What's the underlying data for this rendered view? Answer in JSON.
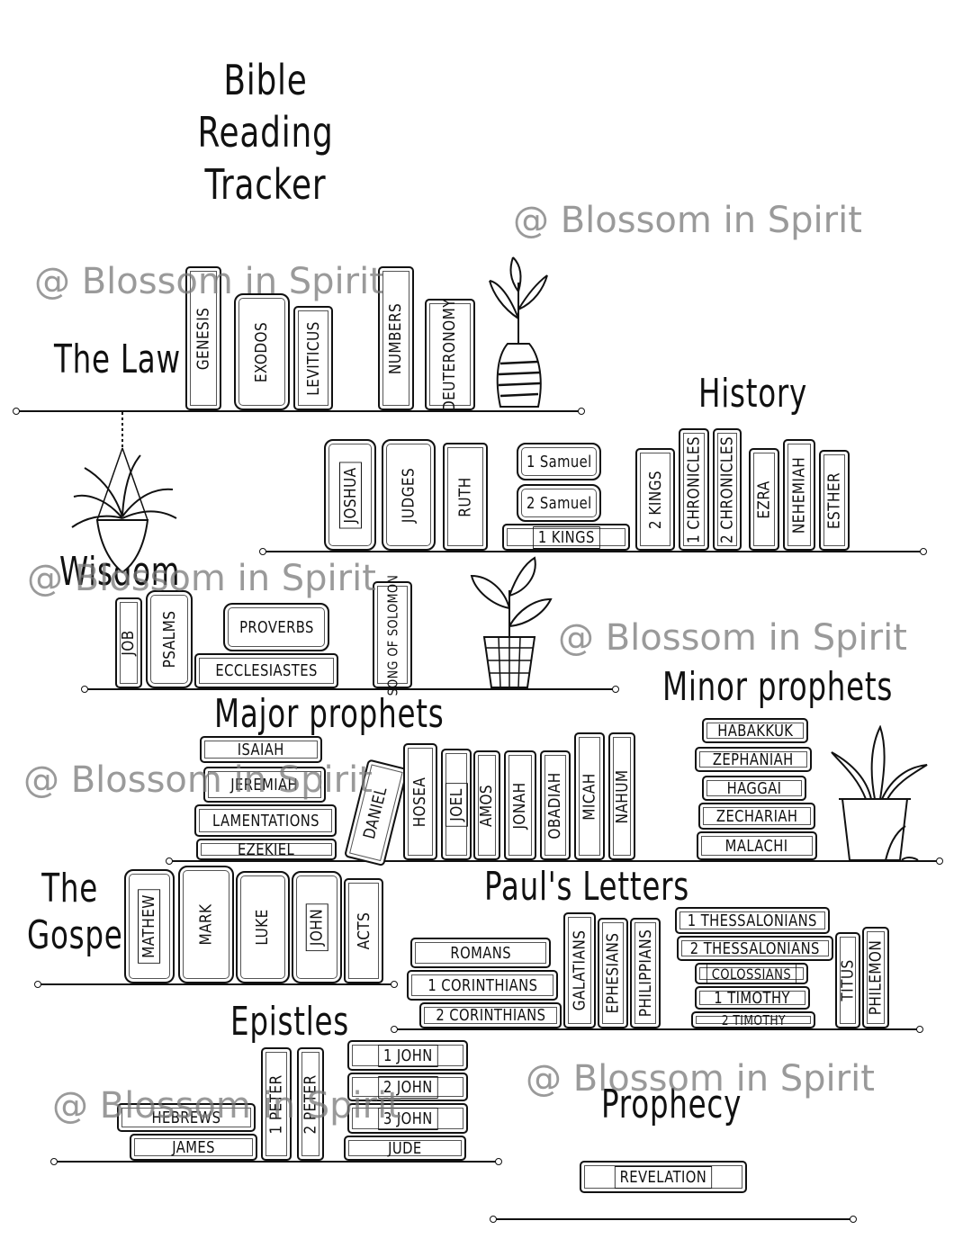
{
  "title": [
    "Bible Reading",
    "Tracker"
  ],
  "watermark_text": "@ Blossom in Spirit",
  "categories": {
    "law": "The Law",
    "history": "History",
    "wisdom": "Wisdom",
    "major": "Major prophets",
    "minor": "Minor prophets",
    "gospels": [
      "The",
      "Gospels"
    ],
    "pauls": "Paul's Letters",
    "epistles": "Epistles",
    "prophecy": "Prophecy"
  },
  "books": {
    "law": [
      "Genesis",
      "Exodos",
      "Leviticus",
      "Numbers",
      "Deuteronomy"
    ],
    "history": [
      "Joshua",
      "Judges",
      "Ruth",
      "1 Samuel",
      "2 Samuel",
      "1 Kings",
      "2 Kings",
      "1 Chronicles",
      "2 Chronicles",
      "Ezra",
      "Nehemiah",
      "Esther"
    ],
    "wisdom": [
      "Job",
      "Psalms",
      "Proverbs",
      "Ecclesiastes",
      "Song of Solomon"
    ],
    "major": [
      "Isaiah",
      "Jeremiah",
      "Lamentations",
      "Ezekiel",
      "Daniel"
    ],
    "minor": [
      "Hosea",
      "Joel",
      "Amos",
      "Jonah",
      "Obadiah",
      "Micah",
      "Nahum",
      "Habakkuk",
      "Zephaniah",
      "Haggai",
      "Zechariah",
      "Malachi"
    ],
    "gospels": [
      "Mathew",
      "Mark",
      "Luke",
      "John",
      "Acts"
    ],
    "pauls": [
      "Romans",
      "1 Corinthians",
      "2 Corinthians",
      "Galatians",
      "Ephesians",
      "Philippians",
      "1 Thessalonians",
      "2 Thessalonians",
      "Colossians",
      "1 Timothy",
      "2 Timothy",
      "Titus",
      "Philemon"
    ],
    "epistles": [
      "Hebrews",
      "James",
      "1 Peter",
      "2 Peter",
      "1 John",
      "2 John",
      "3 John",
      "Jude"
    ],
    "prophecy": [
      "Revelation"
    ]
  },
  "icons": [
    "vase-plant-icon",
    "hanging-plant-icon",
    "basket-plant-icon",
    "potted-snake-plant-icon"
  ]
}
